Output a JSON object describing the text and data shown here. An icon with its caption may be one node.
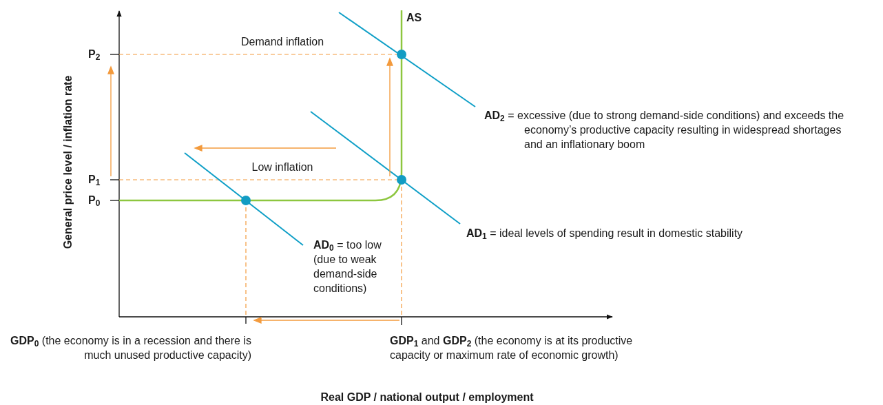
{
  "diagram": {
    "labels": [
      "AS",
      "P$_{2}$",
      "Demand inflation",
      "**AD$_{2}$** = excessive (due to strong demand-side conditions) and exceeds the economy’s productive capacity resulting in widespread shortages and an inflationary boom",
      "Low inflation",
      "P$_{1}$",
      "P$_{0}$",
      "**AD$_{1}$** = ideal levels of spending result in domestic stability",
      "**AD$_{0}$** = too low (due to weak demand-side conditions)",
      "General price level / inflation rate",
      "**GDP$_{0}$** (the economy is in a recession and there is much unused productive capacity)",
      "**GDP$_{1}$** and **GDP$_{2}$** (the economy is at its productive capacity or maximum rate of economic growth)",
      "Real GDP / national output / employment"
    ]
  }
}
